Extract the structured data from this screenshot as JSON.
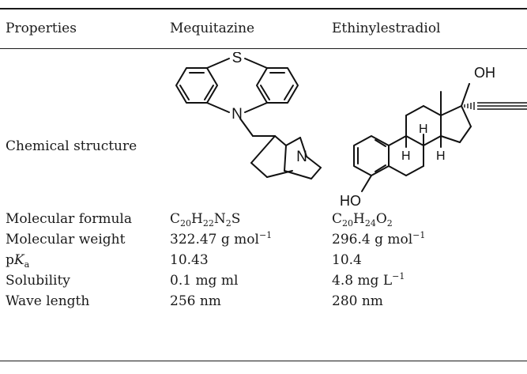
{
  "table": {
    "headers": [
      "Properties",
      "Mequitazine",
      "Ethinylestradiol"
    ],
    "structure_row_label": "Chemical structure",
    "mequitazine_atoms": {
      "sulfur": "S",
      "nitrogen_ring": "N",
      "nitrogen_cage": "N"
    },
    "ethinylestradiol_atoms": {
      "hydroxyl_top": "OH",
      "hydroxyl_left": "HO",
      "h1": "H",
      "h2": "H",
      "h3": "H"
    },
    "rows": [
      {
        "label": "Molecular formula",
        "mequitazine": {
          "parts": [
            [
              "C",
              ""
            ],
            [
              "20",
              "sub"
            ],
            [
              "H",
              ""
            ],
            [
              "22",
              "sub"
            ],
            [
              "N",
              ""
            ],
            [
              "2",
              "sub"
            ],
            [
              "S",
              ""
            ]
          ]
        },
        "ethinylestradiol": {
          "parts": [
            [
              "C",
              ""
            ],
            [
              "20",
              "sub"
            ],
            [
              "H",
              ""
            ],
            [
              "24",
              "sub"
            ],
            [
              "O",
              ""
            ],
            [
              "2",
              "sub"
            ]
          ]
        }
      },
      {
        "label": "Molecular weight",
        "mequitazine": {
          "parts": [
            [
              "322.47 g mol",
              ""
            ],
            [
              "−1",
              "sup"
            ]
          ]
        },
        "ethinylestradiol": {
          "parts": [
            [
              "296.4 g mol",
              ""
            ],
            [
              "−1",
              "sup"
            ]
          ]
        }
      },
      {
        "label_parts": [
          [
            "p",
            ""
          ],
          [
            "K",
            "italic"
          ],
          [
            "a",
            "sub"
          ]
        ],
        "mequitazine": {
          "parts": [
            [
              "10.43",
              ""
            ]
          ]
        },
        "ethinylestradiol": {
          "parts": [
            [
              "10.4",
              ""
            ]
          ]
        }
      },
      {
        "label": "Solubility",
        "mequitazine": {
          "parts": [
            [
              "0.1 mg ml",
              ""
            ]
          ]
        },
        "ethinylestradiol": {
          "parts": [
            [
              "4.8 mg L",
              ""
            ],
            [
              "−1",
              "sup"
            ]
          ]
        }
      },
      {
        "label": "Wave length",
        "mequitazine": {
          "parts": [
            [
              "256 nm",
              ""
            ]
          ]
        },
        "ethinylestradiol": {
          "parts": [
            [
              "280 nm",
              ""
            ]
          ]
        }
      }
    ]
  }
}
